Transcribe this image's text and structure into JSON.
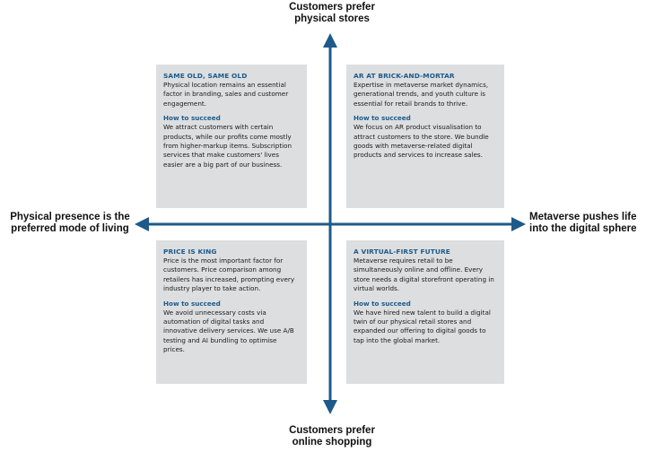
{
  "axes": {
    "top": "Customers prefer\nphysical stores",
    "bottom": "Customers prefer\nonline shopping",
    "left": "Physical presence is the\npreferred mode of living",
    "right": "Metaverse pushes life\ninto the digital sphere"
  },
  "colors": {
    "axis": "#1d5a8a",
    "box_background": "#dcdee0",
    "heading": "#1d5a8a"
  },
  "quadrants": {
    "top_left": {
      "title": "SAME OLD, SAME OLD",
      "description": "Physical location remains an essential factor in branding, sales and customer engagement.",
      "how_label": "How to succeed",
      "how_text": "We attract customers with certain products, while our profits come mostly from higher-markup items. Subscription services that make customers' lives easier are a big part of our business."
    },
    "top_right": {
      "title": "AR AT BRICK-AND-MORTAR",
      "description": "Expertise in metaverse market dynamics, generational trends, and youth culture is essential for retail brands to thrive.",
      "how_label": "How to succeed",
      "how_text": "We focus on AR product visualisation to attract customers to the store. We bundle goods with metaverse-related digital products and services to increase sales."
    },
    "bottom_left": {
      "title": "PRICE IS KING",
      "description": "Price is the most important factor for customers. Price comparison among retailers has increased, prompting every industry player to take action.",
      "how_label": "How to succeed",
      "how_text": "We avoid unnecessary costs via automation of digital tasks and innovative delivery services. We use A/B testing and AI bundling to optimise prices."
    },
    "bottom_right": {
      "title": "A VIRTUAL-FIRST FUTURE",
      "description": "Metaverse requires retail to be simultaneously online and offline. Every store needs a digital storefront operating in virtual worlds.",
      "how_label": "How to succeed",
      "how_text": "We have hired new talent to build a digital twin of our physical retail stores and expanded our offering to digital goods to tap into the global market."
    }
  }
}
